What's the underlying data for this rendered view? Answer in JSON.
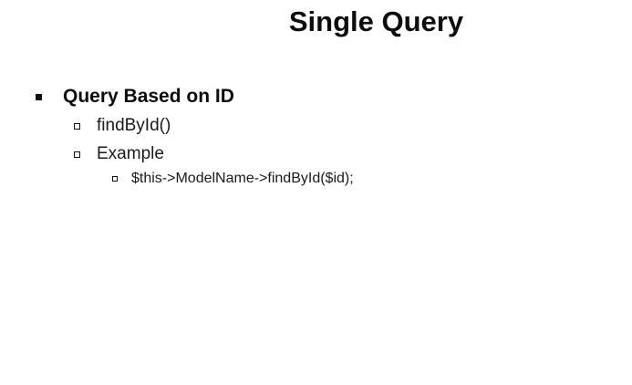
{
  "slide": {
    "title": "Single Query",
    "bullets": [
      {
        "text": "Query Based on ID",
        "children": [
          {
            "text": "findById()"
          },
          {
            "text": "Example",
            "children": [
              {
                "text": "$this->ModelName->findById($id);"
              }
            ]
          }
        ]
      }
    ]
  },
  "colors": {
    "background": "#ffffff",
    "text": "#111111"
  }
}
